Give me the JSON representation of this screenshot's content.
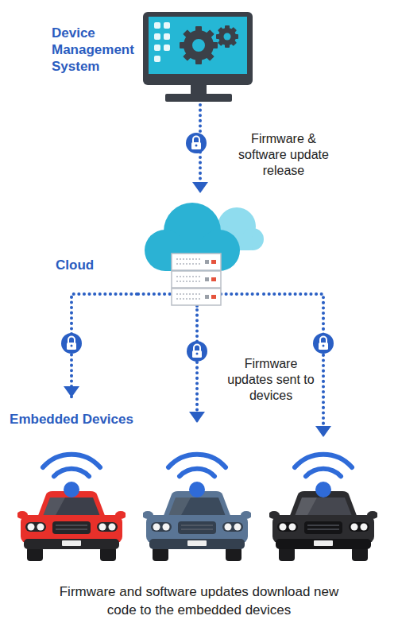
{
  "diagram": {
    "caption": "Firmware and software updates download new code to the embedded devices",
    "nodes": [
      {
        "text": [
          "Device Management System"
        ]
      },
      {
        "text": [
          "Cloud"
        ]
      },
      {
        "text": [
          "Embedded Devices"
        ]
      },
      {
        "text": []
      },
      {
        "text": []
      }
    ],
    "edges": [
      {
        "from": 0,
        "to": 1,
        "label": "Firmware & software update release",
        "arrow": "to"
      },
      {
        "from": 1,
        "to": 2,
        "arrow": "to"
      },
      {
        "from": 1,
        "to": 3,
        "label": "Firmware updates sent to devices",
        "arrow": "to"
      },
      {
        "from": 1,
        "to": 4,
        "arrow": "to"
      }
    ]
  }
}
